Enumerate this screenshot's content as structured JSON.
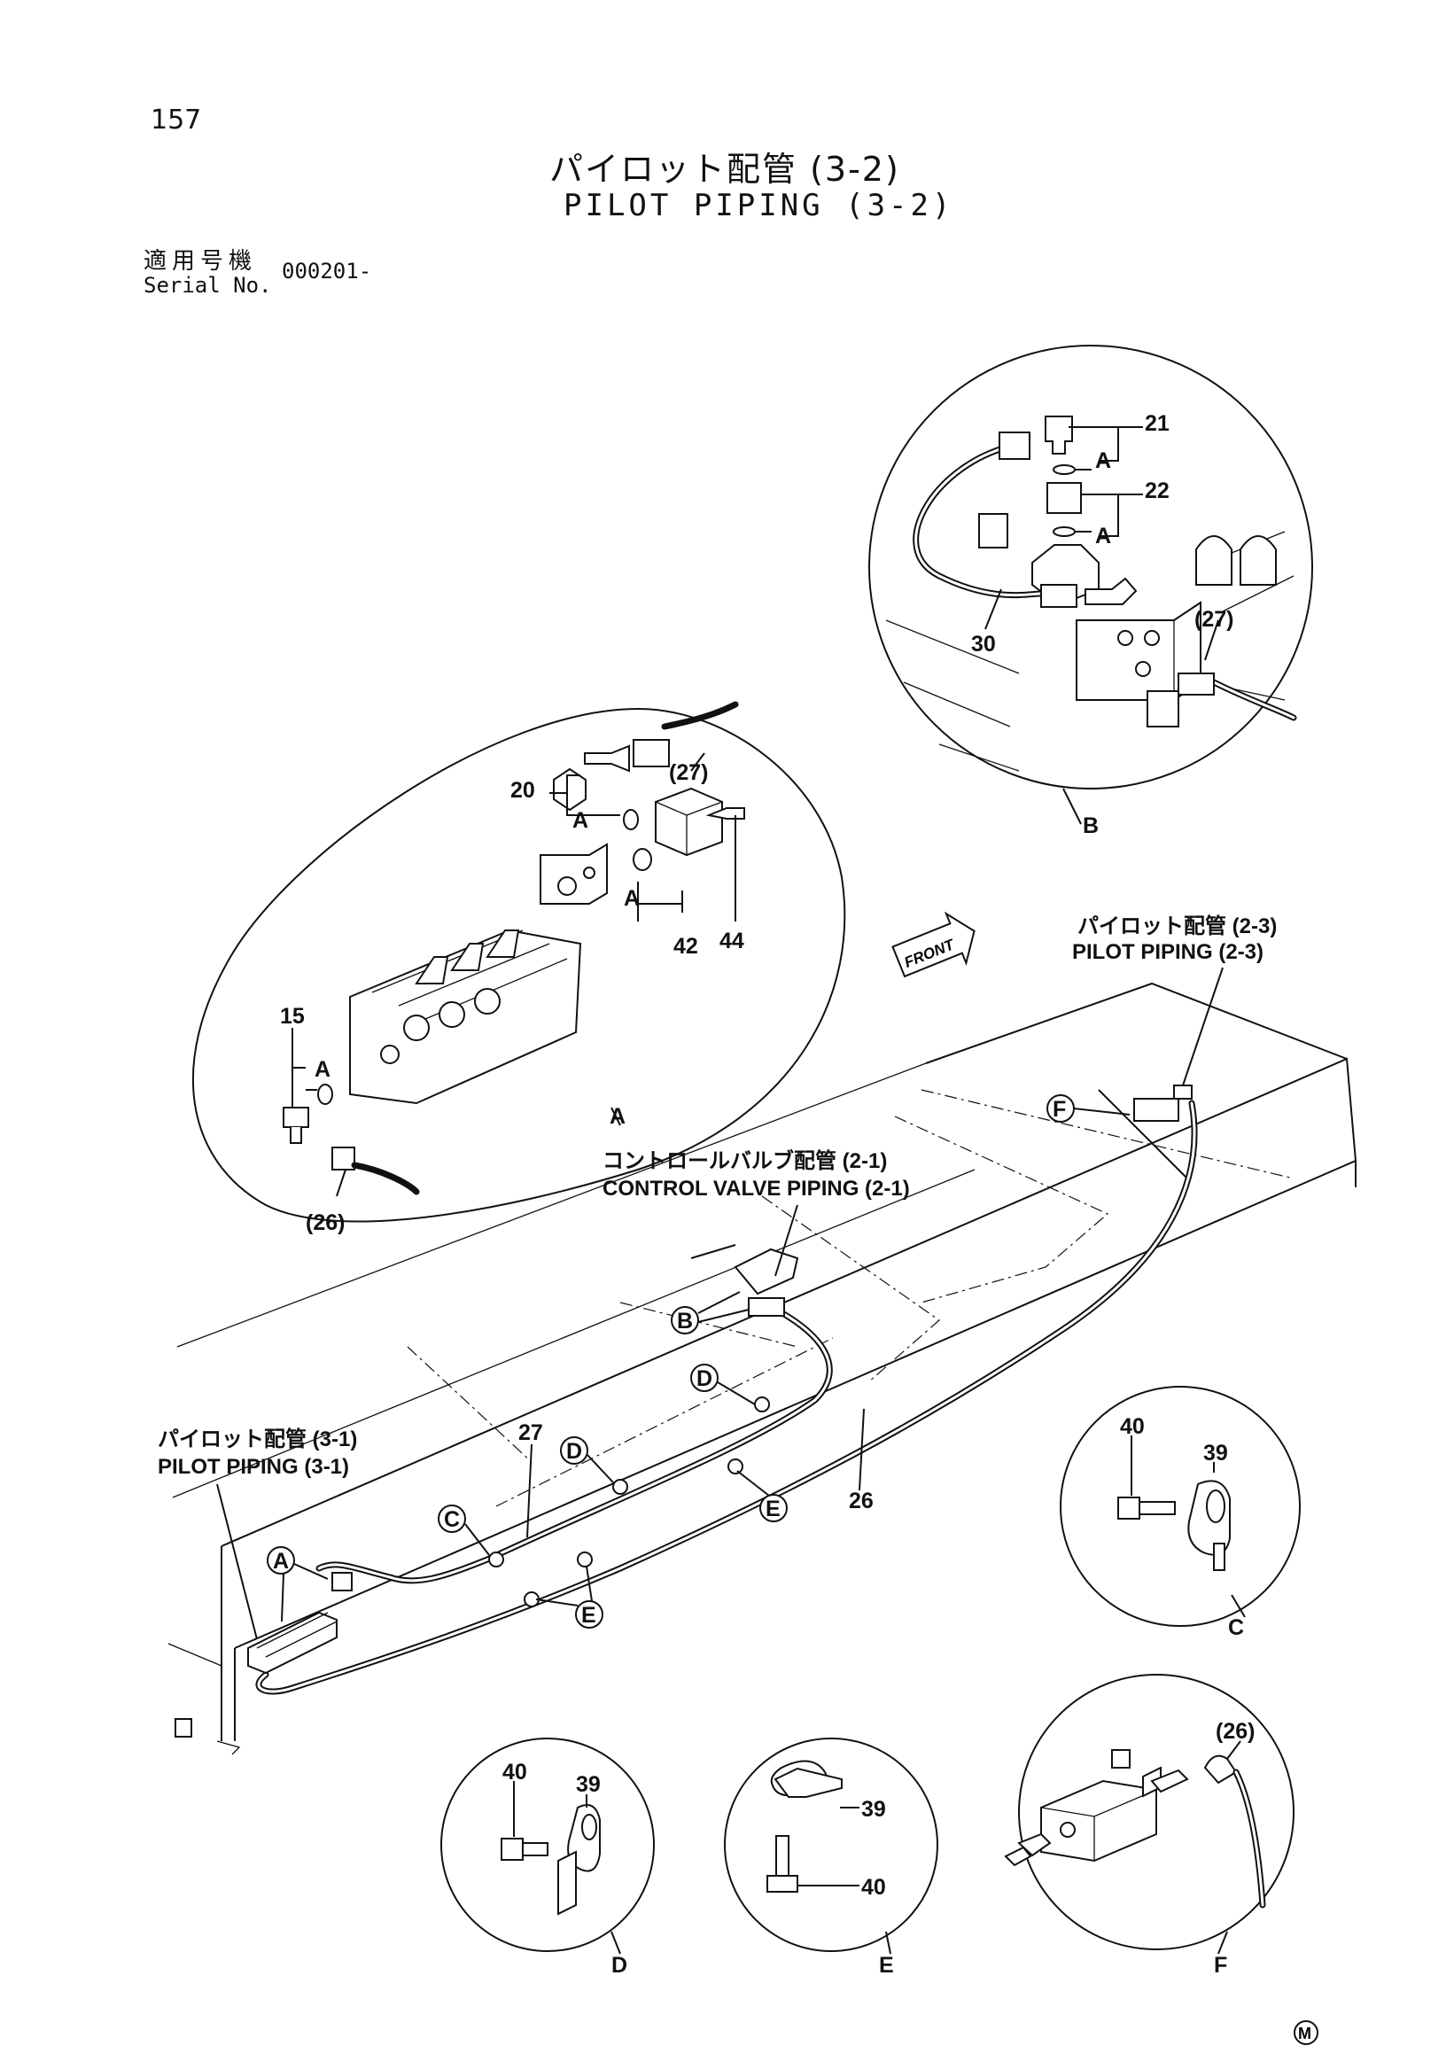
{
  "page_number": "157",
  "title_jp": "パイロット配管 (3-2)",
  "title_en": "PILOT PIPING (3-2)",
  "serial": {
    "label_jp": "適用号機",
    "label_en": "Serial No.",
    "value": "000201-"
  },
  "refs": {
    "pilot_2_3_jp": "パイロット配管 (2-3)",
    "pilot_2_3_en": "PILOT PIPING (2-3)",
    "cv_2_1_jp": "コントロールバルブ配管 (2-1)",
    "cv_2_1_en": "CONTROL VALVE PIPING (2-1)",
    "pilot_3_1_jp": "パイロット配管 (3-1)",
    "pilot_3_1_en": "PILOT PIPING (3-1)"
  },
  "front_label": "FRONT",
  "detail_a": {
    "letter": "A",
    "parts": [
      "20",
      "(27)",
      "44",
      "42",
      "15",
      "(26)"
    ],
    "sub": "A"
  },
  "detail_b": {
    "letter": "B",
    "parts": [
      "21",
      "22",
      "30",
      "(27)"
    ],
    "sub": "A"
  },
  "detail_c": {
    "letter": "C",
    "parts": [
      "40",
      "39"
    ]
  },
  "detail_d": {
    "letter": "D",
    "parts": [
      "40",
      "39"
    ]
  },
  "detail_e": {
    "letter": "E",
    "parts": [
      "39",
      "40"
    ]
  },
  "detail_f": {
    "letter": "F",
    "parts": [
      "(26)"
    ]
  },
  "main": {
    "hose_27": "27",
    "hose_26": "26",
    "callouts": [
      "A",
      "B",
      "C",
      "D",
      "E",
      "F"
    ]
  },
  "mark": "M"
}
